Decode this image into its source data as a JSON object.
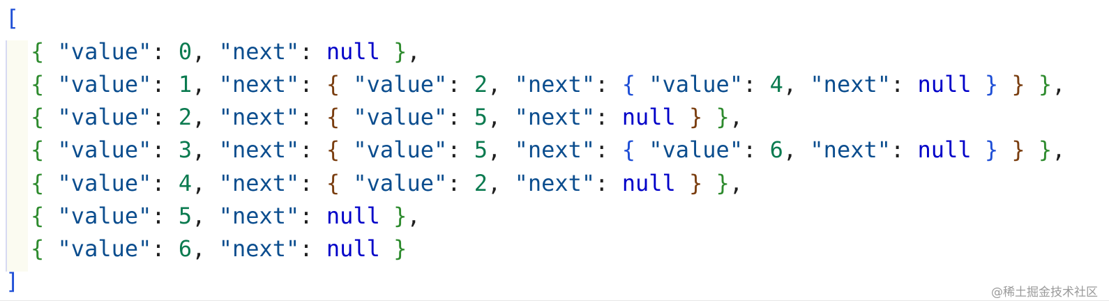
{
  "json_view": {
    "open_bracket": "[",
    "close_bracket": "]",
    "lines": [
      "{ \"value\": 0, \"next\": null },",
      "{ \"value\": 1, \"next\": { \"value\": 2, \"next\": { \"value\": 4, \"next\": null } } },",
      "{ \"value\": 2, \"next\": { \"value\": 5, \"next\": null } },",
      "{ \"value\": 3, \"next\": { \"value\": 5, \"next\": { \"value\": 6, \"next\": null } } },",
      "{ \"value\": 4, \"next\": { \"value\": 2, \"next\": null } },",
      "{ \"value\": 5, \"next\": null },",
      "{ \"value\": 6, \"next\": null }"
    ]
  },
  "watermark": "@稀土掘金技术社区",
  "colors": {
    "key": "#0b4d8e",
    "number": "#0a7a4f",
    "null": "#0000c8",
    "brace_level1": "#2e8b2e",
    "brace_level2": "#7a3e10",
    "brace_level3": "#1f4fd6",
    "array_bracket": "#1f4fd6"
  }
}
